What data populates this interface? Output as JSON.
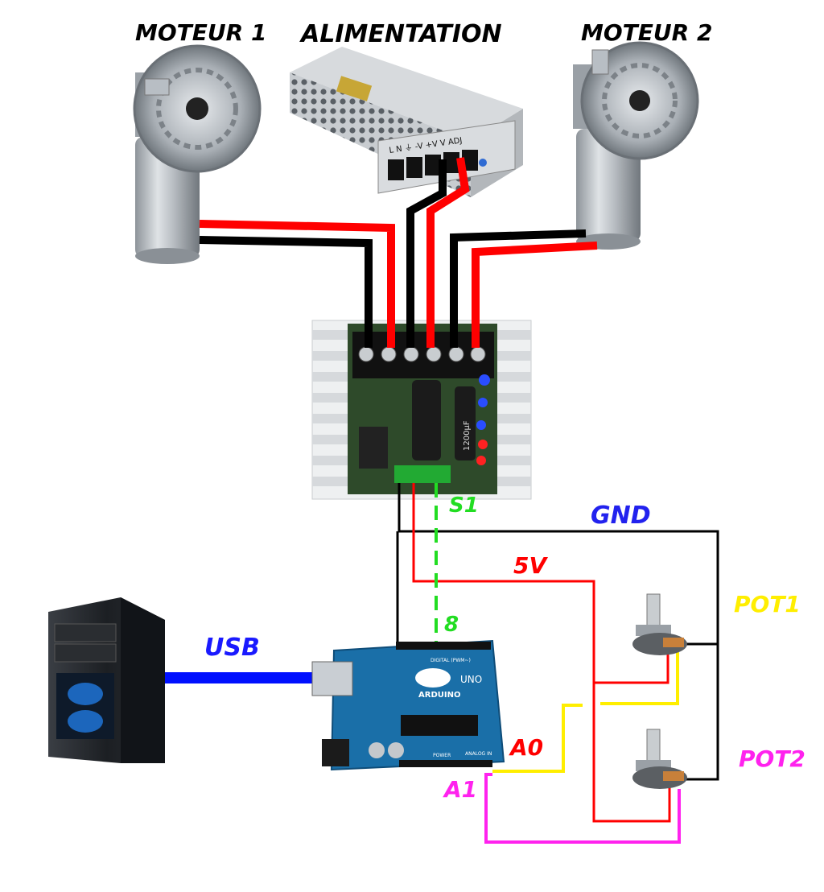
{
  "labels": {
    "moteur1": "MOTEUR 1",
    "alimentation": "ALIMENTATION",
    "moteur2": "MOTEUR 2",
    "s1": "S1",
    "gnd": "GND",
    "five_v": "5V",
    "pin8": "8",
    "usb": "USB",
    "pot1": "POT1",
    "pot2": "POT2",
    "a0": "A0",
    "a1": "A1"
  },
  "board_text": {
    "arduino_brand": "ARDUINO",
    "arduino_model": "UNO",
    "digital_header": "DIGITAL (PWM~)",
    "analog_header": "ANALOG IN",
    "power_header": "POWER",
    "psu_terminals": "L  N  ⏚  -V  +V  V ADJ",
    "capacitor": "1200µF"
  },
  "colors": {
    "red": "#ff0000",
    "black": "#000000",
    "green": "#22dd22",
    "blue_label": "#1a1aff",
    "usb_cable": "#0010ff",
    "yellow": "#ffee00",
    "magenta": "#ff22ee",
    "gnd_label": "#2222ee"
  }
}
